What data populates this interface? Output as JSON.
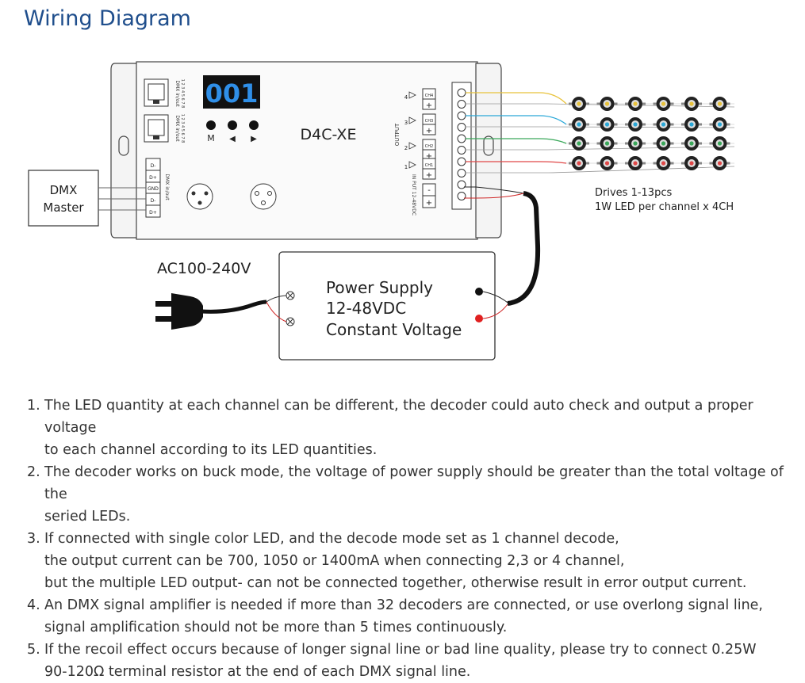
{
  "title": "Wiring Diagram",
  "controller": {
    "model": "D4C-XE",
    "display": "001",
    "buttons": [
      "M",
      "◀",
      "▶"
    ],
    "dmx_in_label": "DMX in/out",
    "dmx_out_label": "DMX in/out",
    "dmx_port_pins": "1 2 3 4 5 6 7 8",
    "terminal_labels": [
      "D-",
      "D+",
      "GND",
      "D-",
      "D+"
    ],
    "dmx_terminal_label": "DMX in/out",
    "output_label": "OUTPUT",
    "channel_numbers": [
      "4",
      "3",
      "2",
      "1"
    ],
    "channel_terminals": [
      [
        "CH4",
        "+"
      ],
      [
        "CH3",
        "+"
      ],
      [
        "CH2",
        "+"
      ],
      [
        "CH1",
        "+"
      ]
    ],
    "input_label": "IN PUT 12-48VDC",
    "input_terminals": [
      "-",
      "+"
    ]
  },
  "dmx_master": {
    "line1": "DMX",
    "line2": "Master"
  },
  "led_note": {
    "line1": "Drives 1-13pcs",
    "line2": "1W LED per channel x 4CH"
  },
  "power": {
    "ac_label": "AC100-240V",
    "line1": "Power Supply",
    "line2": "12-48VDC",
    "line3": "Constant Voltage"
  },
  "wire_colors": {
    "ch4": "#e8c23a",
    "ch3": "#2aa8d8",
    "ch2": "#3aa85a",
    "ch1": "#e04848",
    "positive": "#d02828",
    "negative": "#222222"
  },
  "notes": [
    {
      "num": "1.",
      "text": "The LED quantity at each channel can be different, the decoder could auto check and output a proper voltage\nto each channel according to its LED quantities."
    },
    {
      "num": "2.",
      "text": "The decoder works on buck mode, the voltage of power supply should be greater than the total voltage of the\nseried LEDs."
    },
    {
      "num": "3.",
      "text": "If connected with single color LED, and the decode mode set as 1 channel decode,\nthe output current can be 700, 1050 or 1400mA when connecting 2,3 or 4 channel,\nbut the multiple LED output- can not be connected together, otherwise result in error output current."
    },
    {
      "num": "4.",
      "text": "An DMX signal amplifier is needed if more than 32 decoders are connected, or use overlong signal line,\nsignal amplification should not be more than 5 times continuously."
    },
    {
      "num": "5.",
      "text": "If the recoil effect occurs because of longer signal line or bad line quality, please try to connect 0.25W\n90-120Ω terminal resistor at the end of each DMX signal line."
    }
  ]
}
